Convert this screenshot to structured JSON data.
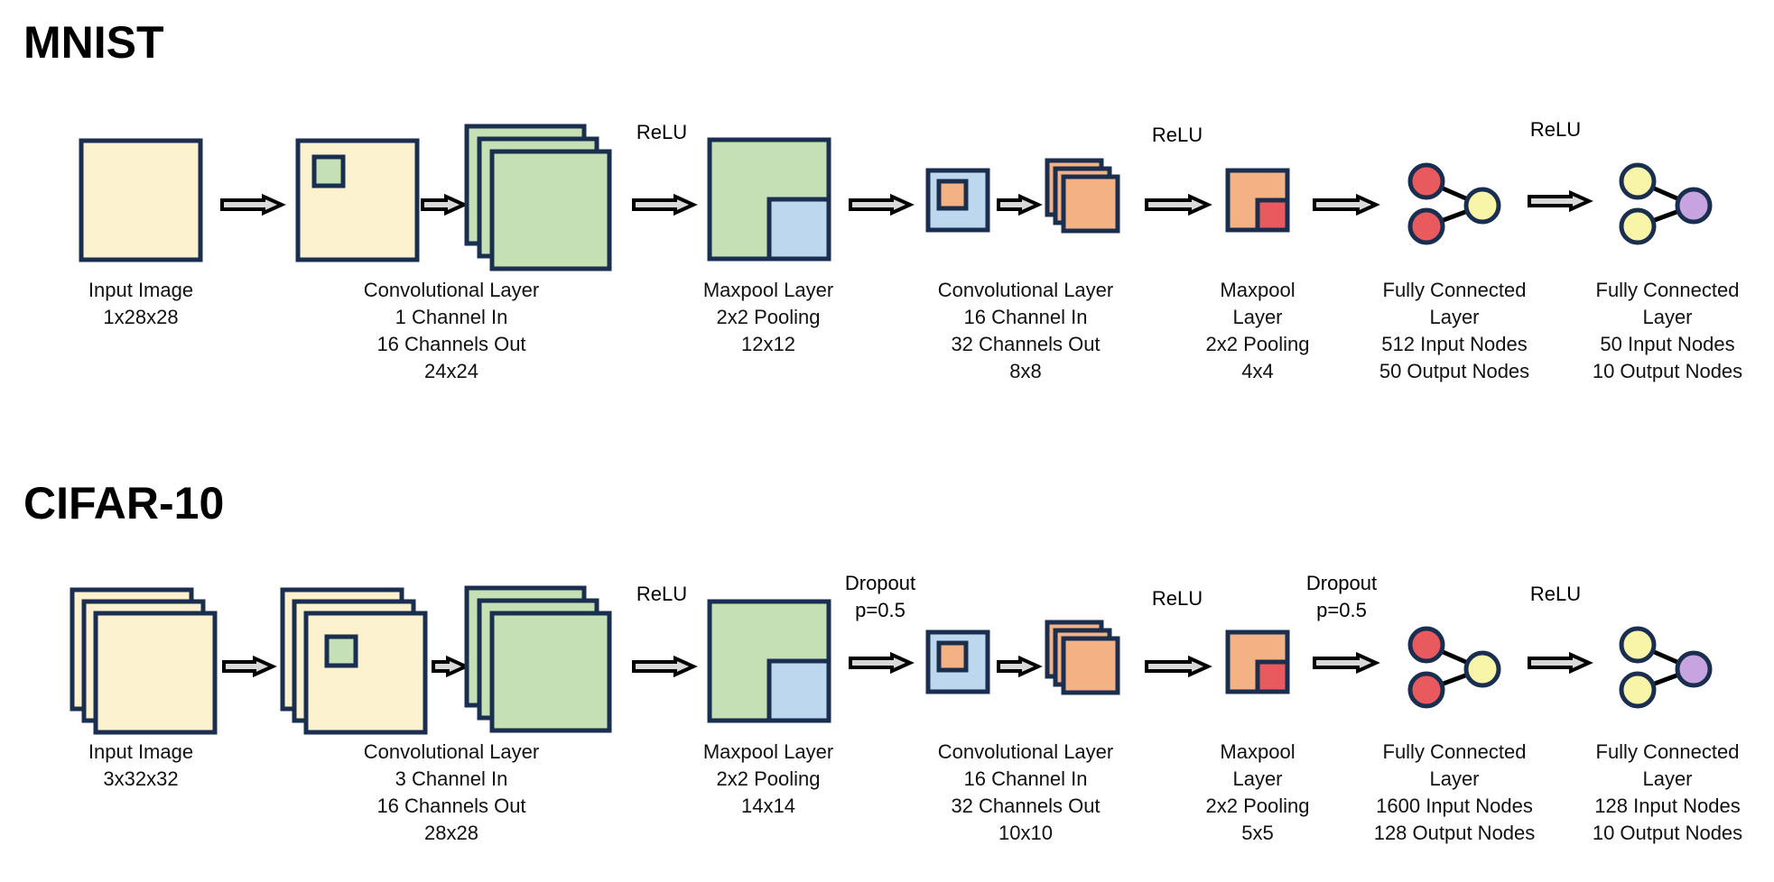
{
  "colors": {
    "outline": "#1a2f4f",
    "input_fill": "#fdf2d0",
    "conv1_fill": "#c5e0b5",
    "pool_fill": "#bdd7ee",
    "conv2_fill": "#f4b183",
    "pool2_fill": "#e95a5e",
    "fc_in_fill": "#e95a5e",
    "fc_mid_fill": "#f8f4a8",
    "fc_out_fill": "#c7a4e0",
    "arrow_fill": "#d9d9d9"
  },
  "icons": [
    "input-image-icon",
    "conv-layer-icon",
    "feature-maps-icon",
    "maxpool-icon",
    "fully-connected-icon",
    "arrow-icon"
  ],
  "sections": [
    {
      "title": "MNIST",
      "activations": [
        {
          "lines": [
            "ReLU"
          ]
        },
        {
          "lines": [
            "ReLU"
          ]
        },
        {
          "lines": [
            "ReLU"
          ]
        }
      ],
      "captions": [
        {
          "lines": [
            "Input Image",
            "1x28x28"
          ]
        },
        {
          "lines": [
            "Convolutional Layer",
            "1 Channel In",
            "16 Channels Out",
            "24x24"
          ]
        },
        {
          "lines": [
            "Maxpool Layer",
            "2x2 Pooling",
            "12x12"
          ]
        },
        {
          "lines": [
            "Convolutional Layer",
            "16 Channel In",
            "32 Channels Out",
            "8x8"
          ]
        },
        {
          "lines": [
            "Maxpool",
            "Layer",
            "2x2 Pooling",
            "4x4"
          ]
        },
        {
          "lines": [
            "Fully Connected",
            "Layer",
            "512 Input Nodes",
            "50 Output Nodes"
          ]
        },
        {
          "lines": [
            "Fully Connected",
            "Layer",
            "50 Input Nodes",
            "10 Output Nodes"
          ]
        }
      ]
    },
    {
      "title": "CIFAR-10",
      "activations": [
        {
          "lines": [
            "ReLU"
          ]
        },
        {
          "lines": [
            "Dropout",
            "p=0.5"
          ]
        },
        {
          "lines": [
            "ReLU"
          ]
        },
        {
          "lines": [
            "Dropout",
            "p=0.5"
          ]
        },
        {
          "lines": [
            "ReLU"
          ]
        }
      ],
      "captions": [
        {
          "lines": [
            "Input Image",
            "3x32x32"
          ]
        },
        {
          "lines": [
            "Convolutional Layer",
            "3 Channel In",
            "16 Channels Out",
            "28x28"
          ]
        },
        {
          "lines": [
            "Maxpool Layer",
            "2x2 Pooling",
            "14x14"
          ]
        },
        {
          "lines": [
            "Convolutional Layer",
            "16 Channel In",
            "32 Channels Out",
            "10x10"
          ]
        },
        {
          "lines": [
            "Maxpool",
            "Layer",
            "2x2 Pooling",
            "5x5"
          ]
        },
        {
          "lines": [
            "Fully Connected",
            "Layer",
            "1600 Input Nodes",
            "128 Output Nodes"
          ]
        },
        {
          "lines": [
            "Fully Connected",
            "Layer",
            "128 Input Nodes",
            "10 Output Nodes"
          ]
        }
      ]
    }
  ]
}
